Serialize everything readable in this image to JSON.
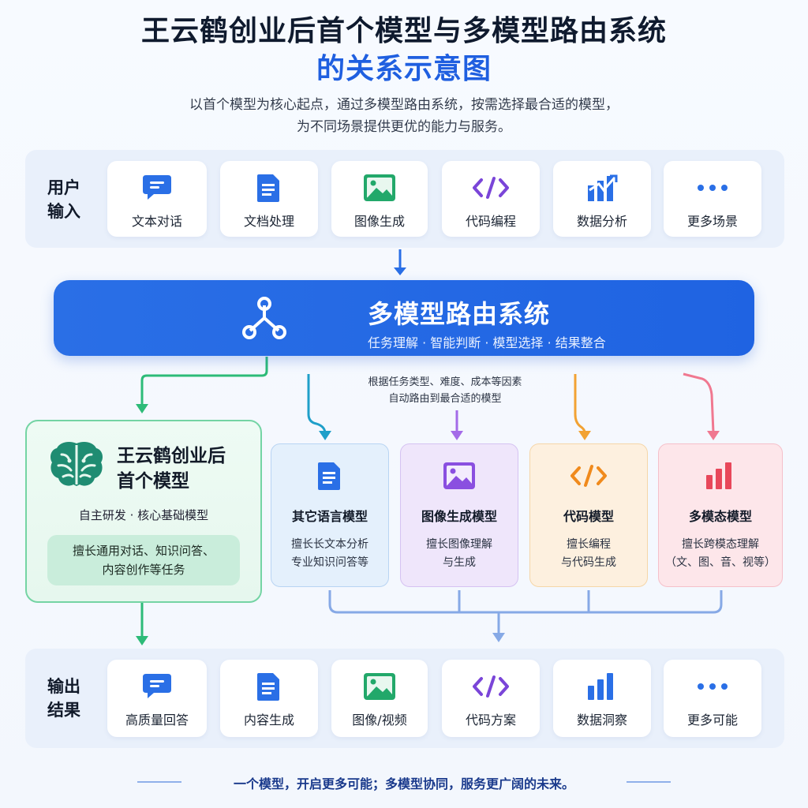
{
  "header": {
    "title_line1": "王云鹤创业后首个模型与多模型路由系统",
    "title_line2": "的关系示意图",
    "subtitle_line1": "以首个模型为核心起点，通过多模型路由系统，按需选择最合适的模型，",
    "subtitle_line2": "为不同场景提供更优的能力与服务。"
  },
  "input_row": {
    "label_line1": "用户",
    "label_line2": "输入",
    "items": [
      {
        "label": "文本对话",
        "icon": "chat-bubble-icon"
      },
      {
        "label": "文档处理",
        "icon": "document-icon"
      },
      {
        "label": "图像生成",
        "icon": "image-icon"
      },
      {
        "label": "代码编程",
        "icon": "code-icon"
      },
      {
        "label": "数据分析",
        "icon": "chart-icon"
      },
      {
        "label": "更多场景",
        "icon": "more-dots-icon"
      }
    ]
  },
  "router": {
    "title": "多模型路由系统",
    "subtitle": "任务理解 · 智能判断 · 模型选择 · 结果整合",
    "icon": "network-nodes-icon"
  },
  "routing_note": {
    "line1": "根据任务类型、难度、成本等因素",
    "line2": "自动路由到最合适的模型"
  },
  "main_model": {
    "title_line1": "王云鹤创业后",
    "title_line2": "首个模型",
    "subtitle": "自主研发 · 核心基础模型",
    "desc_line1": "擅长通用对话、知识问答、",
    "desc_line2": "内容创作等任务",
    "icon": "brain-icon"
  },
  "models": [
    {
      "title": "其它语言模型",
      "desc_line1": "擅长长文本分析",
      "desc_line2": "专业知识问答等",
      "icon": "document-icon",
      "color": "#2a6fe6"
    },
    {
      "title": "图像生成模型",
      "desc_line1": "擅长图像理解",
      "desc_line2": "与生成",
      "icon": "image-icon",
      "color": "#8a4fe0"
    },
    {
      "title": "代码模型",
      "desc_line1": "擅长编程",
      "desc_line2": "与代码生成",
      "icon": "code-icon",
      "color": "#f08a1c"
    },
    {
      "title": "多模态模型",
      "desc_line1": "擅长跨模态理解",
      "desc_line2": "（文、图、音、视等）",
      "icon": "bar-chart-icon",
      "color": "#e8475a"
    }
  ],
  "output_row": {
    "label_line1": "输出",
    "label_line2": "结果",
    "items": [
      {
        "label": "高质量回答",
        "icon": "chat-bubble-icon"
      },
      {
        "label": "内容生成",
        "icon": "document-icon"
      },
      {
        "label": "图像/视频",
        "icon": "image-icon"
      },
      {
        "label": "代码方案",
        "icon": "code-icon"
      },
      {
        "label": "数据洞察",
        "icon": "bar-chart-icon"
      },
      {
        "label": "更多可能",
        "icon": "more-dots-icon"
      }
    ]
  },
  "footer": {
    "text": "一个模型，开启更多可能；多模型协同，服务更广阔的未来。"
  },
  "colors": {
    "primary_blue": "#1f63e2",
    "green": "#2dbb78",
    "teal": "#1f9fc9",
    "purple": "#a46be8",
    "orange": "#f2a233",
    "pink": "#f07890"
  }
}
